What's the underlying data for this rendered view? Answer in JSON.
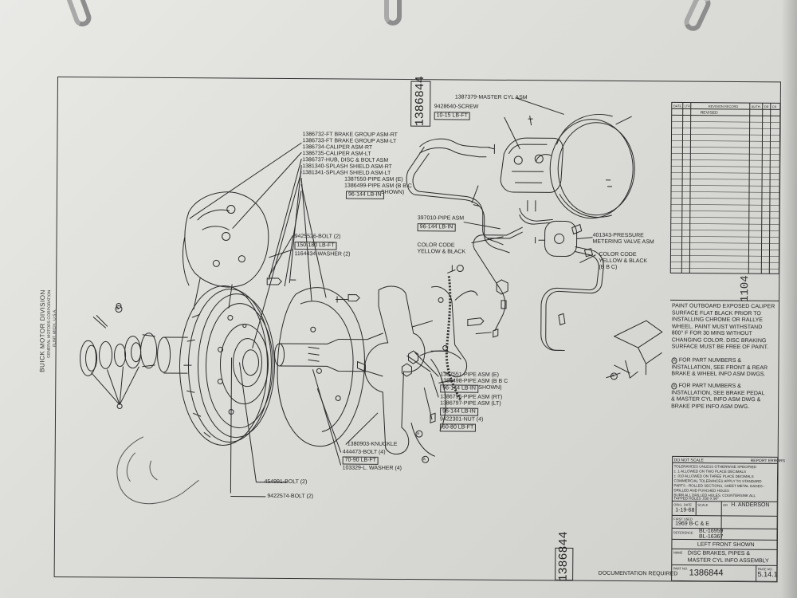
{
  "company": {
    "division": "BUICK MOTOR DIVISION",
    "corporation": "GENERAL MOTORS CORPORATION",
    "location": "FLINT, MICH., U.S.A."
  },
  "drawing_number_top": "1386844",
  "drawing_number_bottom": "1386844",
  "callouts": {
    "ft_brake_rt": "1386732-FT BRAKE GROUP ASM-RT",
    "ft_brake_lt": "1386733-FT BRAKE GROUP ASM-LT",
    "caliper_rt": "1386734-CALIPER ASM-RT",
    "caliper_lt": "1386735-CALIPER ASM-LT",
    "hub_disc": "1386737-HUB, DISC & BOLT ASM",
    "splash_rt": "1381340-SPLASH SHIELD ASM-RT",
    "splash_lt": "1381341-SPLASH SHIELD ASM-LT",
    "pipe_e_top": "1387550-PIPE ASM (E)",
    "pipe_bbc_top": "1386499-PIPE ASM (B B C",
    "pipe_bbc_top_shown": "SHOWN)",
    "torque_pipe_top": "96-144 LB-IN",
    "master_cyl": "1387379-MASTER CYL ASM",
    "screw": "9428640-SCREW",
    "torque_screw": "10-15 LB-FT",
    "pipe_397010": "397010-PIPE ASM",
    "torque_397010": "96-144 LB-IN",
    "color_code_left_1": "COLOR CODE",
    "color_code_left_2": "YELLOW & BLACK",
    "pressure_valve_1": "401343-PRESSURE",
    "pressure_valve_2": "METERING VALVE ASM",
    "color_code_right_1": "COLOR CODE",
    "color_code_right_2": "YELLOW & BLACK",
    "color_code_right_3": "(B B C)",
    "bolt_9425526": "9425526-BOLT (2)",
    "torque_bolt_9425526": "150-180 LB-FT",
    "washer": "1164434-WASHER (2)",
    "pipe_1387551": "1387551-PIPE ASM (E)",
    "pipe_1386498": "1386498-PIPE ASM (B B C",
    "pipe_1386498_shown": "SHOWN)",
    "torque_pipe_mid": "96-144 LB-IN",
    "pipe_rt": "1386796-PIPE ASM (RT)",
    "pipe_lt": "1386797-PIPE ASM (LT)",
    "torque_pipe_low": "96-144 LB-IN",
    "nut": "9422301-NUT (4)",
    "torque_nut": "60-80 LB-FT",
    "knuckle": "1380903-KNUCKLE",
    "bolt_444473": "444473-BOLT (4)",
    "torque_bolt_444473": "70-90 LB-FT",
    "lwasher": "103329-L. WASHER (4)",
    "bolt_454991": "454991-BOLT (2)",
    "bolt_9422574": "9422574-BOLT (2)",
    "marker_a": "A"
  },
  "notes": {
    "paint_1": "PAINT OUTBOARD EXPOSED CALIPER",
    "paint_2": "SURFACE FLAT BLACK PRIOR TO",
    "paint_3": "INSTALLING CHROME OR RALLYE",
    "paint_4": "WHEEL. PAINT MUST WITHSTAND",
    "paint_5": "800° F FOR 30 MINS WITHOUT",
    "paint_6": "CHANGING COLOR. DISC BRAKING",
    "paint_7": "SURFACE MUST BE FREE OF PAINT.",
    "note_a_1": "FOR PART NUMBERS &",
    "note_a_2": "INSTALLATION, SEE FRONT & REAR",
    "note_a_3": "BRAKE & WHEEL INFO ASM DWGS.",
    "note_b_1": "FOR PART NUMBERS &",
    "note_b_2": "INSTALLATION, SEE BRAKE PEDAL",
    "note_b_3": "& MASTER CYL INFO ASM DWG &",
    "note_b_4": "BRAKE PIPE INFO ASM DWG."
  },
  "revision_block": {
    "headers": [
      "DATE",
      "LTR",
      "REVISION RECORD",
      "AUTH.",
      "DR",
      "CK"
    ],
    "entry": "REVISED"
  },
  "sheet_number_side": "1104",
  "title_block": {
    "do_not_scale": "DO NOT SCALE",
    "report_errors": "REPORT ERRORS",
    "tol_1": "TOLERANCES UNLESS OTHERWISE SPECIFIED",
    "tol_2": "± .1 ALLOWED ON TWO PLACE DECIMALS",
    "tol_3": "± .010 ALLOWED ON THREE PLACE DECIMALS",
    "tol_4": "COMMERCIAL TOLERANCES APPLY TO STANDARD",
    "tol_5": "PARTS - ROLLED SECTIONS, SHEET METAL GAGES -",
    "tol_6": "DRILLED AND PUNCHED HOLES",
    "tol_7": "BURR ALL DRILLED HOLES. COUNTERSINK ALL",
    "tol_8": "TAPPED HOLES .030 X 90°",
    "orig_date_label": "ORIG. DATE",
    "scale_label": "SCALE",
    "orig_date": "1-19-68",
    "dr_label": "DR",
    "drawn_by": "H. ANDERSON",
    "first_used_label": "FIRST USED",
    "first_used": "1969 B-C & E",
    "reference_label": "REFERENCE",
    "ref_1": "BL-16959",
    "ref_2": "BL-16367",
    "view": "LEFT FRONT SHOWN",
    "name_label": "NAME",
    "name_1": "DISC BRAKES, PIPES &",
    "name_2": "MASTER CYL INFO ASSEMBLY",
    "part_no_label": "PART NO.",
    "part_no": "1386844",
    "page_no_label": "PAGE NO.",
    "page_no": "5.14.1"
  },
  "documentation": "DOCUMENTATION REQUIRED"
}
